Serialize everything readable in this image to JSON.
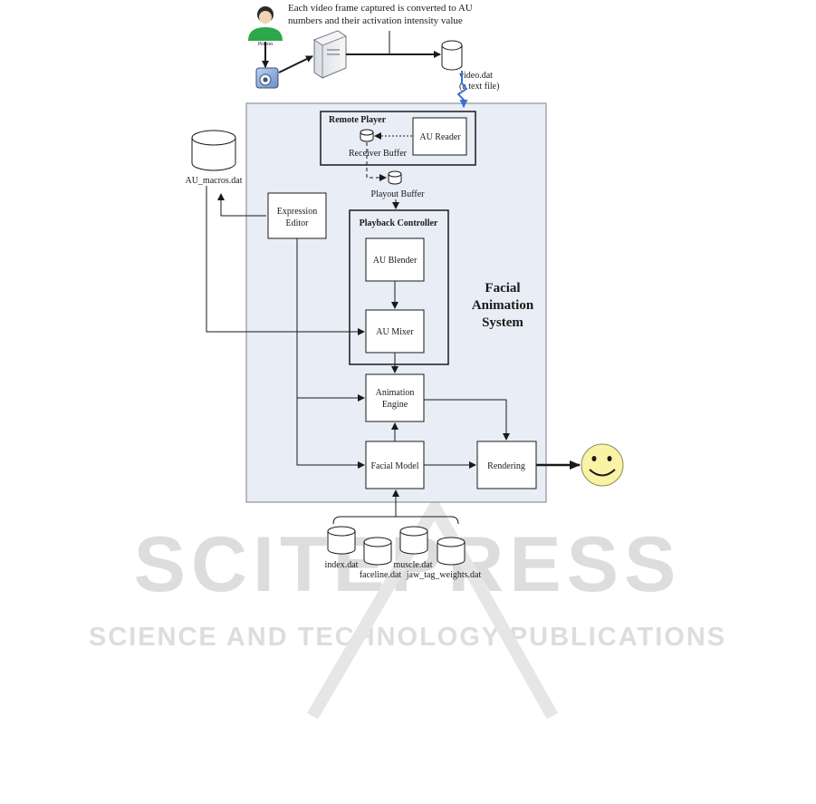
{
  "caption": {
    "line1": "Each video frame captured is converted to AU",
    "line2": "numbers and their activation intensity value"
  },
  "person_label": "Person",
  "videodat": {
    "line1": "video.dat",
    "line2": "(a text file)"
  },
  "au_macros_label": "AU_macros.dat",
  "remote_player": {
    "title": "Remote Player",
    "au_reader": "AU Reader",
    "receiver_buffer": "Receiver Buffer"
  },
  "playout_buffer": "Playout Buffer",
  "expression_editor": {
    "line1": "Expression",
    "line2": "Editor"
  },
  "playback_controller": {
    "title": "Playback Controller",
    "au_blender": "AU Blender",
    "au_mixer": "AU Mixer"
  },
  "system_label": {
    "line1": "Facial",
    "line2": "Animation",
    "line3": "System"
  },
  "animation_engine": {
    "line1": "Animation",
    "line2": "Engine"
  },
  "facial_model": "Facial Model",
  "rendering": "Rendering",
  "data_files": {
    "index": "index.dat",
    "faceline": "faceline.dat",
    "muscle": "muscle.dat",
    "jaw": "jaw_tag_weights.dat"
  },
  "watermark": {
    "big": "SCITEPRESS",
    "small": "SCIENCE AND TECHNOLOGY PUBLICATIONS"
  },
  "colors": {
    "system_fill": "#e8edf6",
    "system_stroke": "#7a7f88",
    "person_green": "#2da84a",
    "smiley_fill": "#f9f3a6",
    "blue_link": "#3b6fd1",
    "watermark": "#d8d8d8"
  }
}
